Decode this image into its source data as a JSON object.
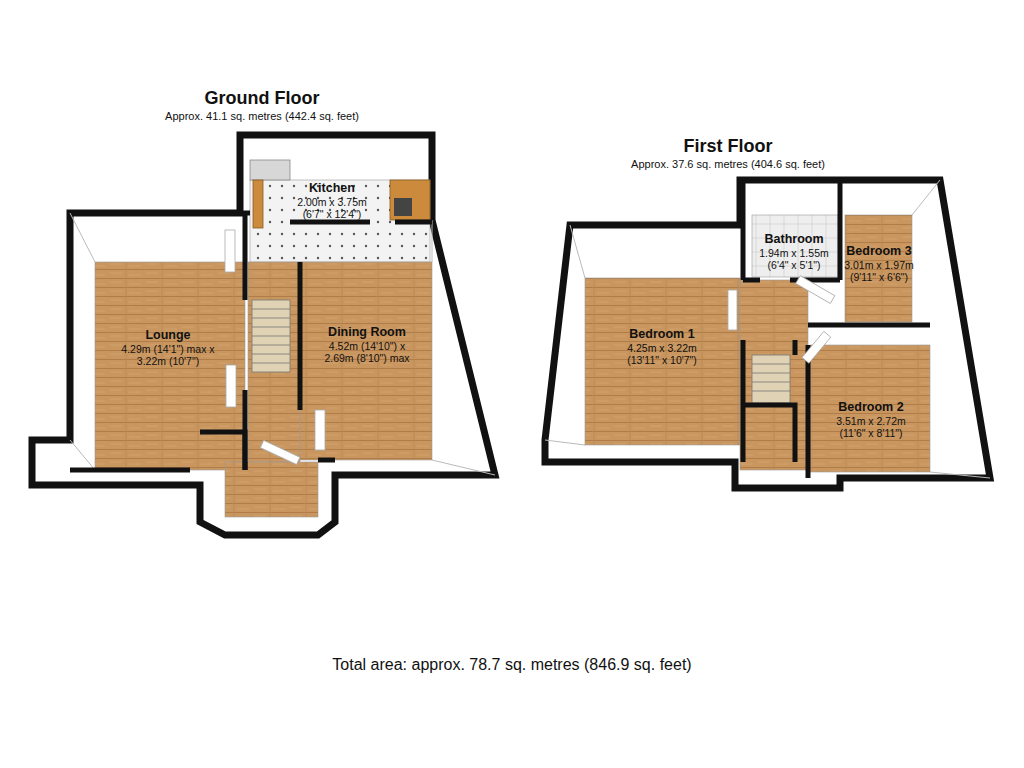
{
  "diagram": {
    "caption": "Total area: approx. 78.7 sq. metres (846.9 sq. feet)",
    "nodes": [
      {
        "text": [
          "Ground Floor",
          "Approx. 41.1 sq. metres (442.4 sq. feet)"
        ]
      },
      {
        "text": [
          "Kitchen",
          "2.00m x 3.75m (6'7\" x 12'4\")"
        ],
        "in": 0
      },
      {
        "text": [
          "Lounge",
          "4.29m (14'1\") max x 3.22m (10'7\")"
        ],
        "in": 0
      },
      {
        "text": [
          "Dining Room",
          "4.52m (14'10\") x 2.69m (8'10\") max"
        ],
        "in": 0
      },
      {
        "text": [
          "First Floor",
          "Approx. 37.6 sq. metres (404.6 sq. feet)"
        ]
      },
      {
        "text": [
          "Bathroom",
          "1.94m x 1.55m (6'4\" x 5'1\")"
        ],
        "in": 4
      },
      {
        "text": [
          "Bedroom 3",
          "3.01m x 1.97m (9'11\" x 6'6\")"
        ],
        "in": 4
      },
      {
        "text": [
          "Bedroom 1",
          "4.25m x 3.22m (13'11\" x 10'7\")"
        ],
        "in": 4
      },
      {
        "text": [
          "Bedroom 2",
          "3.51m x 2.72m (11'6\" x 8'11\")"
        ],
        "in": 4
      }
    ]
  }
}
